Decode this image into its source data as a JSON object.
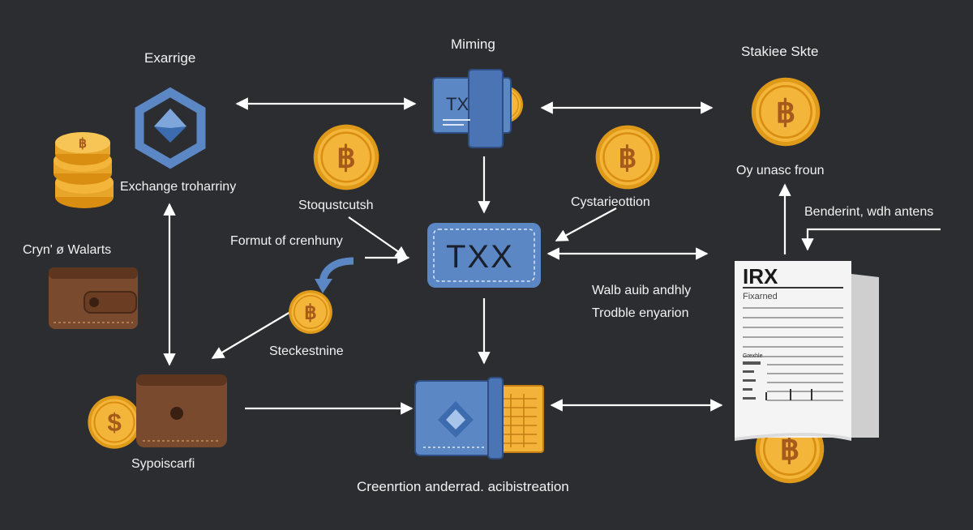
{
  "labels": {
    "exchange": "Exarrige",
    "mining": "Miming",
    "stake": "Stakiee Skte",
    "exchange_tracking": "Exchange troharriny",
    "stoqust": "Stoqustcutsh",
    "cystar": "Cystarieottion",
    "oy_unasc": "Oy unasc froun",
    "benderint": "Benderint, wdh antens",
    "crypto_wallets": "Cryn' ø Walarts",
    "format": "Formut of crenhuny",
    "walb": "Walb auib andhly",
    "trodble": "Trodble enyarion",
    "steckestnine": "Steckestnine",
    "sypoiscarfi": "Sypoiscarfi",
    "bottom": "Creenrtion anderrad. acibistreation"
  },
  "nodes": {
    "tx_card": "TX",
    "txx_box": "TXX",
    "doc_title": "IRX",
    "doc_subtitle": "Fixarned",
    "doc_rows": [
      "Grexhle",
      "",
      "",
      "",
      "",
      "",
      ""
    ]
  },
  "colors": {
    "background": "#2b2d31",
    "text": "#f2f2f2",
    "coin": "#f0b429",
    "coin_mark": "#b5651d",
    "blue": "#5b87c5",
    "wallet": "#7a4a2e"
  }
}
